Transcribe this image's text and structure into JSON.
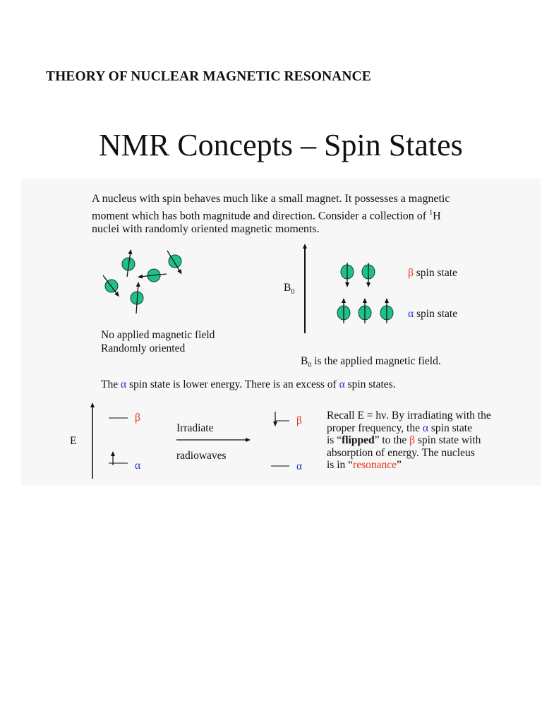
{
  "doc": {
    "heading": "THEORY OF NUCLEAR MAGNETIC RESONANCE",
    "title": "NMR Concepts – Spin States",
    "intro": {
      "line1": "A nucleus with spin behaves much like a small magnet.  It possesses a magnetic",
      "line2": "moment which has both magnitude and direction.  Consider a collection of ",
      "line2_sup": "1",
      "line2_end": "H",
      "line3": "nuclei with randomly oriented magnetic moments."
    },
    "random_caption": {
      "line1": "No applied magnetic field",
      "line2": "Randomly oriented"
    },
    "field": {
      "b0_label": "B",
      "b0_sub": "0",
      "beta_symbol": "β",
      "beta_label": " spin state",
      "alpha_symbol": "α",
      "alpha_label": " spin state",
      "caption_b": "B",
      "caption_sub": "0",
      "caption_rest": " is the applied magnetic field."
    },
    "excess": {
      "part1": "The ",
      "alpha1": "α",
      "part2": " spin state is lower energy.  There is an excess of ",
      "alpha2": "α",
      "part3": " spin states."
    },
    "energy": {
      "axis_label": "E",
      "beta": "β",
      "alpha": "α",
      "irradiate": "Irradiate",
      "radiowaves": "radiowaves"
    },
    "recall": {
      "l1": "Recall E = hν.  By irradiating with the",
      "l2a": "proper frequency, the ",
      "l2_alpha": "α",
      "l2b": " spin state",
      "l3a": "is “",
      "l3_flipped": "flipped",
      "l3b": "” to the ",
      "l3_beta": "β",
      "l3c": " spin state with",
      "l4": "absorption of energy.  The nucleus",
      "l5a": "is in “",
      "l5_res": "resonance",
      "l5b": "”"
    }
  },
  "colors": {
    "nucleus_fill": "#1fc08a",
    "red": "#e8321e",
    "blue": "#2233cc"
  }
}
